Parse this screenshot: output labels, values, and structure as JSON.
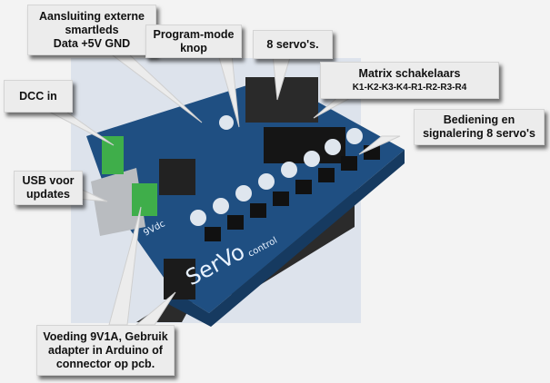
{
  "callouts": {
    "smartleds": {
      "line1": "Aansluiting externe",
      "line2": "smartleds",
      "line3": "Data +5V GND"
    },
    "program_mode": {
      "line1": "Program-mode",
      "line2": "knop"
    },
    "servos": {
      "line1": "8 servo's."
    },
    "matrix": {
      "line1": "Matrix schakelaars",
      "line2": "K1-K2-K3-K4-R1-R2-R3-R4"
    },
    "bediening": {
      "line1": "Bediening en",
      "line2": "signalering 8 servo's"
    },
    "dcc": {
      "line1": "DCC in"
    },
    "usb": {
      "line1": "USB voor",
      "line2": "updates"
    },
    "voeding": {
      "line1": "Voeding 9V1A, Gebruik",
      "line2": "adapter in Arduino of",
      "line3": "connector op pcb."
    }
  },
  "board": {
    "brand": "SerVo",
    "brand_suffix": "control",
    "label_9vdc": "9Vdc"
  },
  "colors": {
    "pcb": "#1f4f82",
    "terminal": "#3fae4a",
    "background": "#dde4ef"
  }
}
